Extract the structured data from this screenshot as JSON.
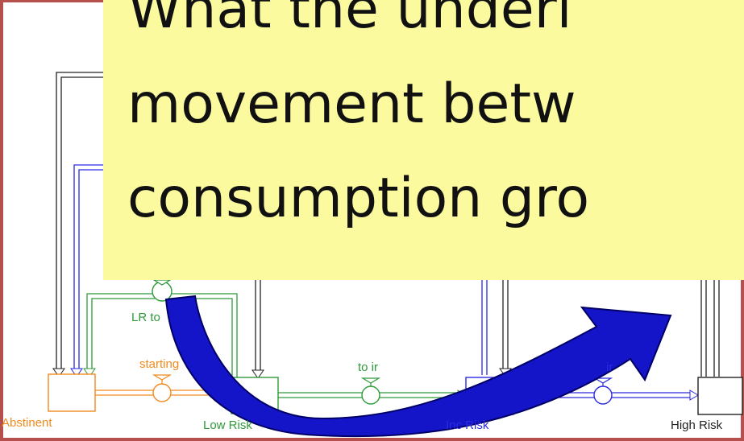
{
  "stocks": {
    "abstinent": "Abstinent",
    "low_risk": "Low Risk",
    "inc_risk": "Inc Risk",
    "high_risk": "High Risk"
  },
  "flows": {
    "starting": "starting",
    "to_ir": "to ir",
    "ir_to_hr": "ir",
    "lr_to": "LR to"
  },
  "callout": {
    "line1": "What the underl",
    "line2": "movement betw",
    "line3": "consumption gro"
  },
  "colors": {
    "frame": "#b5504e",
    "callout_bg": "#fbfa9e",
    "orange": "#f08a1e",
    "green": "#2e9a3a",
    "blue": "#2a2ae0",
    "black": "#222222",
    "arrow_fill": "#1414c8",
    "arrow_stroke": "#000066"
  }
}
